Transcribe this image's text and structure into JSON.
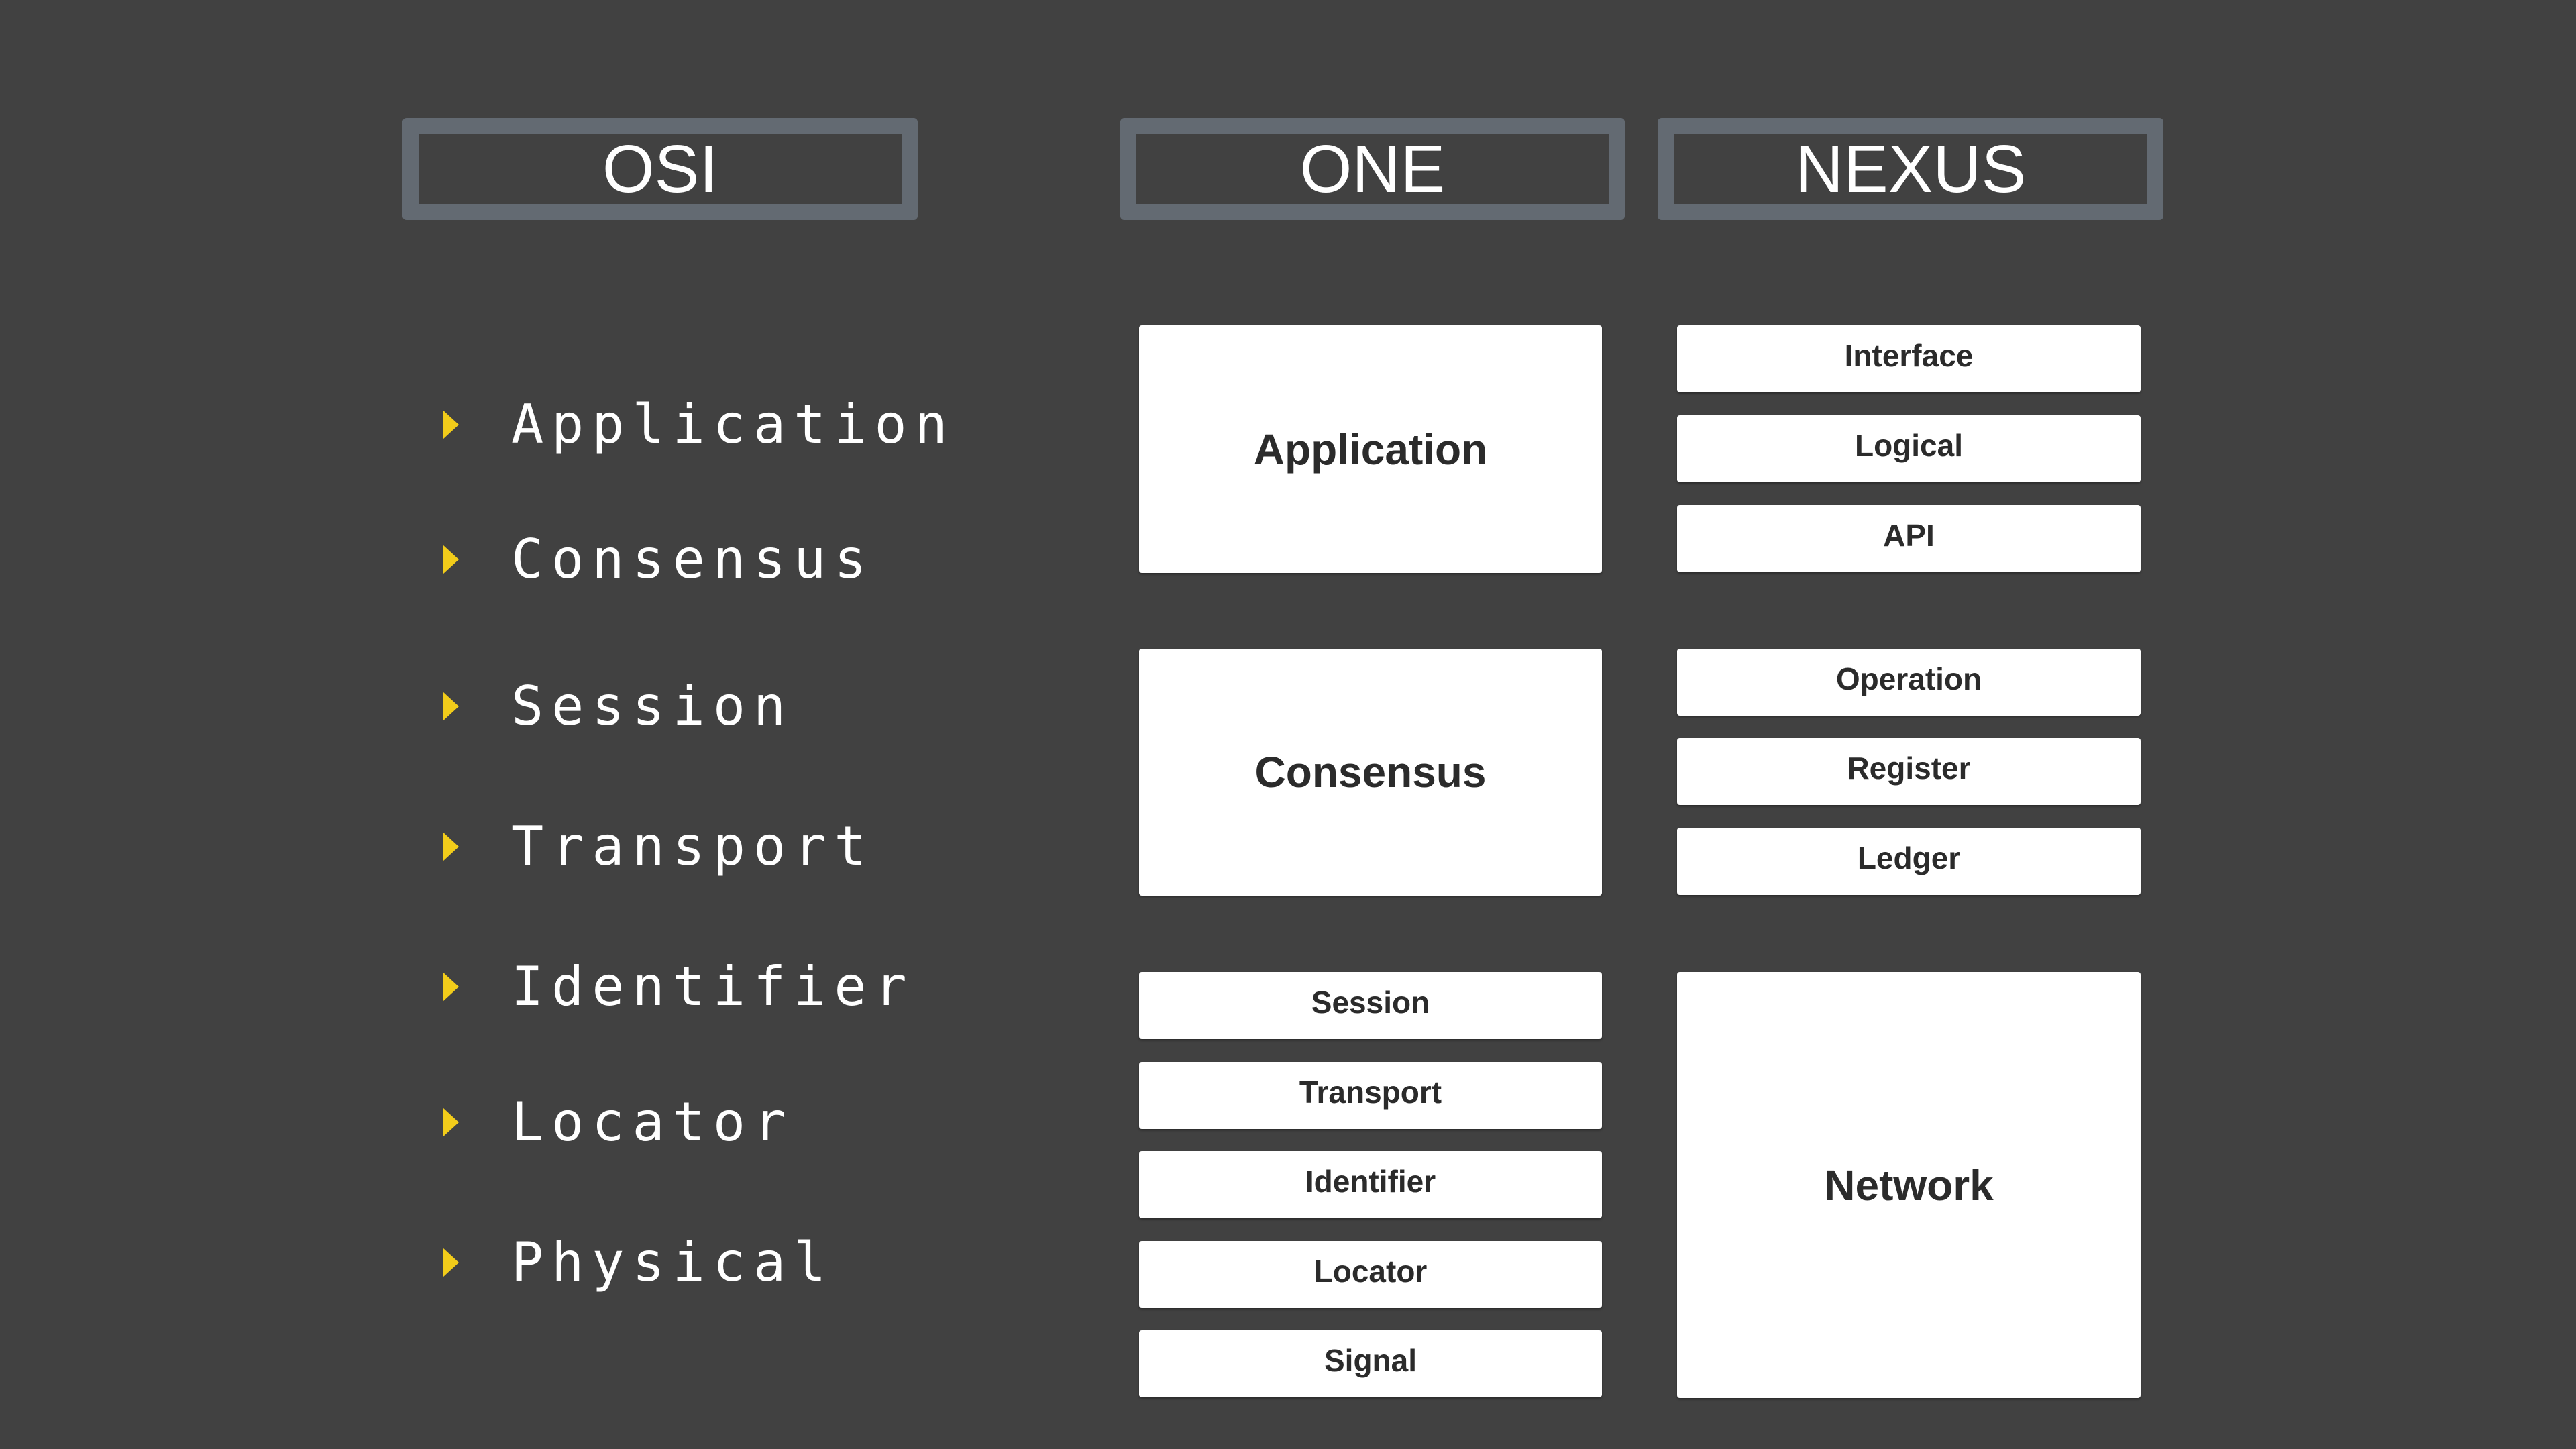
{
  "headers": {
    "osi": "OSI",
    "one": "ONE",
    "nexus": "NEXUS"
  },
  "colors": {
    "background": "#414141",
    "header_border": "#636a72",
    "bullet": "#f2cc1a",
    "box_fill": "#ffffff",
    "box_text": "#2b2b2b",
    "header_text": "#ffffff"
  },
  "osi_layers": [
    "Application",
    "Consensus",
    "Session",
    "Transport",
    "Identifier",
    "Locator",
    "Physical"
  ],
  "one_layers": {
    "application": "Application",
    "consensus": "Consensus",
    "session": "Session",
    "transport": "Transport",
    "identifier": "Identifier",
    "locator": "Locator",
    "signal": "Signal"
  },
  "nexus_layers": {
    "interface": "Interface",
    "logical": "Logical",
    "api": "API",
    "operation": "Operation",
    "register": "Register",
    "ledger": "Ledger",
    "network": "Network"
  }
}
